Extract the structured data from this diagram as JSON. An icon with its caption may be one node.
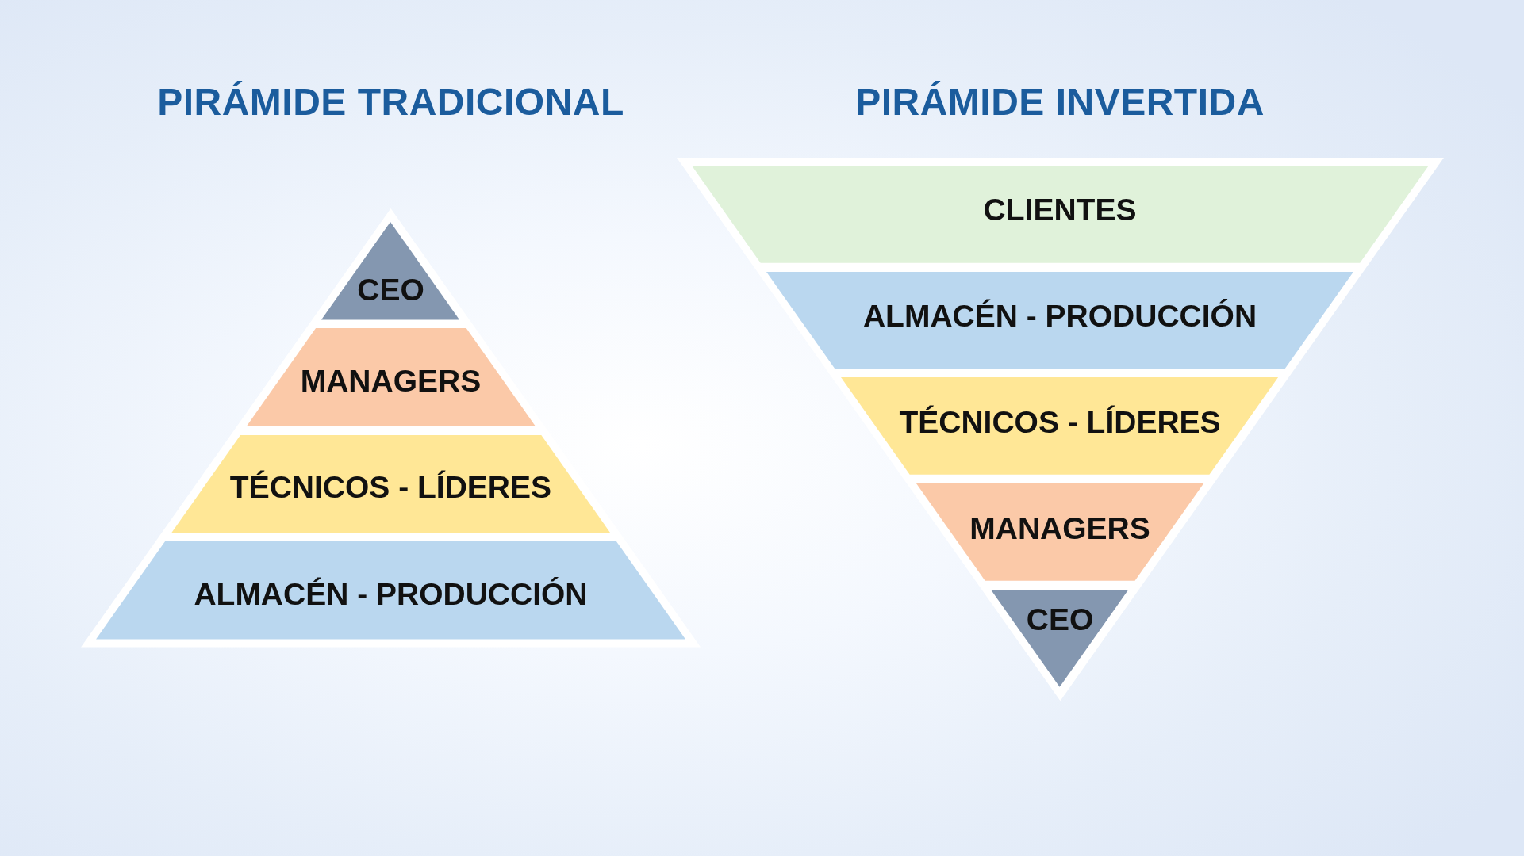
{
  "diagram": {
    "nodes": [
      {
        "text": [
          "PIRÁMIDE TRADICIONAL"
        ]
      },
      {
        "text": [
          "CEO"
        ],
        "in": 0
      },
      {
        "text": [
          "MANAGERS"
        ],
        "in": 0
      },
      {
        "text": [
          "TÉCNICOS - LÍDERES"
        ],
        "in": 0
      },
      {
        "text": [
          "ALMACÉN - PRODUCCIÓN"
        ],
        "in": 0
      },
      {
        "text": [
          "PIRÁMIDE INVERTIDA"
        ]
      },
      {
        "text": [
          "CLIENTES"
        ],
        "in": 5
      },
      {
        "text": [
          "ALMACÉN - PRODUCCIÓN"
        ],
        "in": 5
      },
      {
        "text": [
          "TÉCNICOS - LÍDERES"
        ],
        "in": 5
      },
      {
        "text": [
          "MANAGERS"
        ],
        "in": 5
      },
      {
        "text": [
          "CEO"
        ],
        "in": 5
      }
    ]
  }
}
